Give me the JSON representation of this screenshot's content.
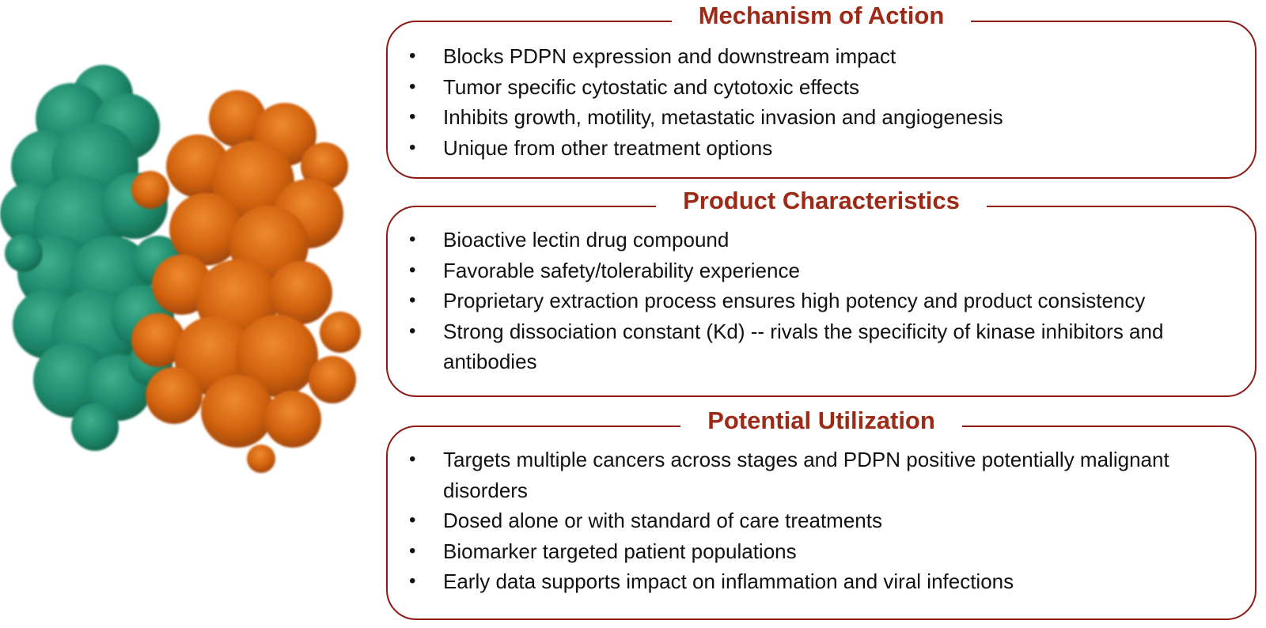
{
  "colors": {
    "accent": "#9c2a17",
    "border": "#8e1a16",
    "protein_green": "#1f8a6c",
    "protein_orange": "#d2620f"
  },
  "image": {
    "description_icon": "protein-structure-icon"
  },
  "panels": [
    {
      "title": "Mechanism of Action",
      "items": [
        "Blocks PDPN expression and downstream impact",
        "Tumor specific cytostatic and cytotoxic effects",
        "Inhibits growth, motility, metastatic invasion and angiogenesis",
        "Unique from other treatment options"
      ]
    },
    {
      "title": "Product Characteristics",
      "items": [
        "Bioactive lectin drug compound",
        "Favorable safety/tolerability experience",
        "Proprietary extraction process ensures high potency and product consistency",
        "Strong dissociation constant (Kd) -- rivals the specificity of kinase inhibitors and  antibodies"
      ]
    },
    {
      "title": "Potential Utilization",
      "items": [
        "Targets multiple cancers across stages and PDPN positive potentially malignant disorders",
        "Dosed alone or with standard of care treatments",
        "Biomarker targeted patient populations",
        "Early data supports impact on inflammation and viral infections"
      ]
    }
  ]
}
